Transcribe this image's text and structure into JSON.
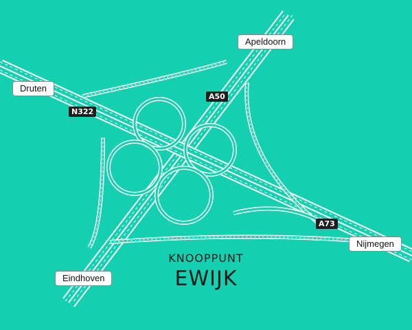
{
  "interchange": {
    "subtitle": "KNOOPPUNT",
    "name": "EWIJK"
  },
  "destinations": {
    "north": "Apeldoorn",
    "west": "Druten",
    "east": "Nijmegen",
    "south": "Eindhoven"
  },
  "roads": {
    "motorway_north_south": "A50",
    "motorway_east": "A73",
    "provincial_west": "N322"
  },
  "colors": {
    "background": "#14cfb0",
    "road_line": "#ffffff",
    "shield_bg": "#1e1e1e"
  }
}
